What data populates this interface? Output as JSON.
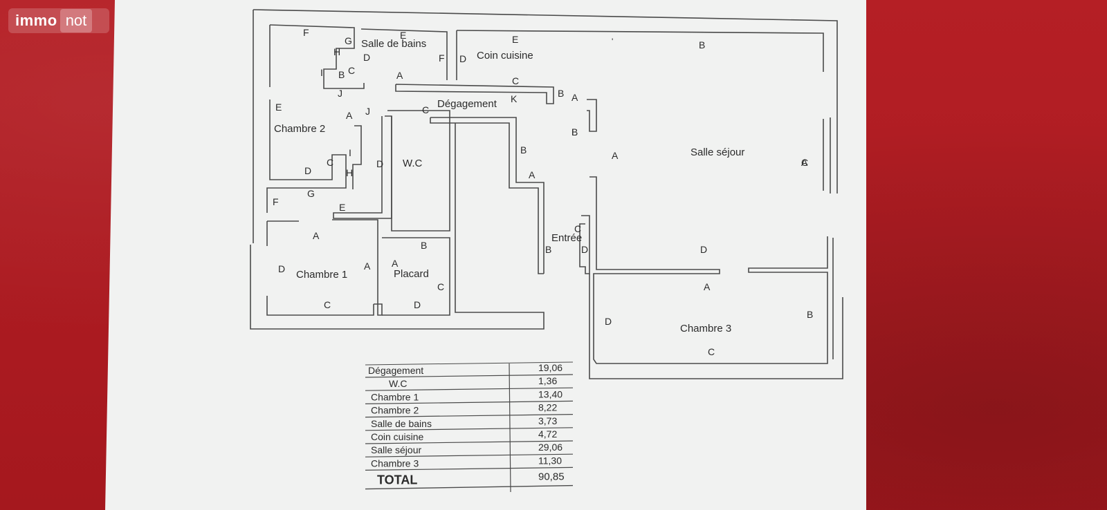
{
  "logo": {
    "part1": "immo",
    "part2": "not"
  },
  "rooms": {
    "salle_de_bains": "Salle de bains",
    "coin_cuisine": "Coin cuisine",
    "degagement": "Dégagement",
    "chambre_2": "Chambre 2",
    "wc": "W.C",
    "salle_sejour": "Salle séjour",
    "entree": "Entrée",
    "chambre_1": "Chambre 1",
    "placard": "Placard",
    "chambre_3": "Chambre 3"
  },
  "wall_letters": [
    "F",
    "G",
    "E",
    "H",
    "D",
    "F",
    "D",
    "E",
    "B",
    "I",
    "B",
    "C",
    "A",
    "C",
    "B",
    "A",
    "J",
    "E",
    "A",
    "J",
    "C",
    "K",
    "B",
    "A",
    "L",
    "B",
    "I",
    "C",
    "H",
    "D",
    "D",
    "A",
    "A",
    "C",
    "G",
    "F",
    "E",
    "A",
    "C",
    "B",
    "D",
    "D",
    "B",
    "A",
    "A",
    "D",
    "C",
    "D",
    "C",
    "D",
    "B",
    "C",
    "A"
  ],
  "areas_table": {
    "rows": [
      {
        "label": "Dégagement",
        "value": "19,06"
      },
      {
        "label": "W.C",
        "value": "1,36"
      },
      {
        "label": "Chambre 1",
        "value": "13,40"
      },
      {
        "label": "Chambre 2",
        "value": "8,22"
      },
      {
        "label": "Salle de bains",
        "value": "3,73"
      },
      {
        "label": "Coin cuisine",
        "value": "4,72"
      },
      {
        "label": "Salle séjour",
        "value": "29,06"
      },
      {
        "label": "Chambre 3",
        "value": "11,30"
      }
    ],
    "total_label": "TOTAL",
    "total_value": "90,85"
  }
}
